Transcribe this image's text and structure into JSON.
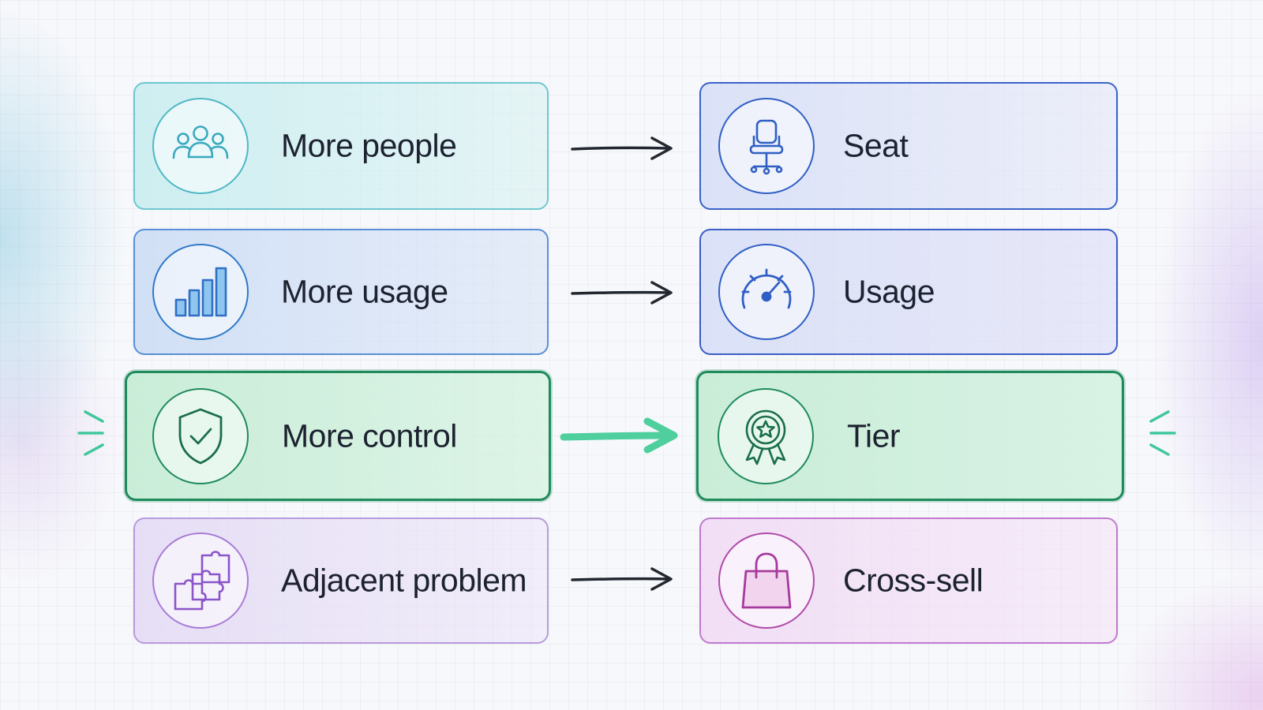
{
  "colors": {
    "teal": "#4fb8c6",
    "blue": "#2f5fc4",
    "green": "#1f8a5c",
    "green_accent": "#4fcf9e",
    "purple": "#a97bd6",
    "magenta": "#b04aa8",
    "ink": "#1c2230"
  },
  "rows": [
    {
      "left": {
        "label": "More people",
        "icon": "people-group-icon"
      },
      "right": {
        "label": "Seat",
        "icon": "office-chair-icon"
      },
      "highlighted": false
    },
    {
      "left": {
        "label": "More usage",
        "icon": "bar-chart-icon"
      },
      "right": {
        "label": "Usage",
        "icon": "speedometer-icon"
      },
      "highlighted": false
    },
    {
      "left": {
        "label": "More control",
        "icon": "shield-check-icon"
      },
      "right": {
        "label": "Tier",
        "icon": "award-badge-icon"
      },
      "highlighted": true
    },
    {
      "left": {
        "label": "Adjacent problem",
        "icon": "puzzle-pieces-icon"
      },
      "right": {
        "label": "Cross-sell",
        "icon": "shopping-bag-icon"
      },
      "highlighted": false
    }
  ]
}
